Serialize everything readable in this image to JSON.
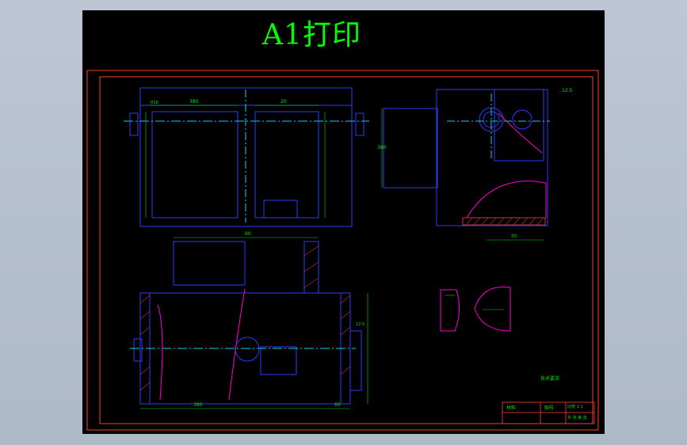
{
  "sheet": {
    "title": "A1打印"
  },
  "colors": {
    "background": "#000000",
    "frame": "#ff3b2f",
    "geometry": "#2b3cff",
    "dimension": "#00e000",
    "centerline": "#00d0ff",
    "section_curve": "#ff00cc",
    "hatch": "#c83232",
    "title_text": "#00ff00"
  },
  "title_block": {
    "notes_header": "技术要求",
    "material_label": "材料",
    "drawing_label": "图号",
    "scale_label": "比例 1:1",
    "sheet_label": "共 张 第 张"
  },
  "views": {
    "top_view": "top-view",
    "side_view": "side-view",
    "front_section": "front-section-view",
    "detail_views": [
      "detail-view-a",
      "detail-view-b"
    ]
  }
}
